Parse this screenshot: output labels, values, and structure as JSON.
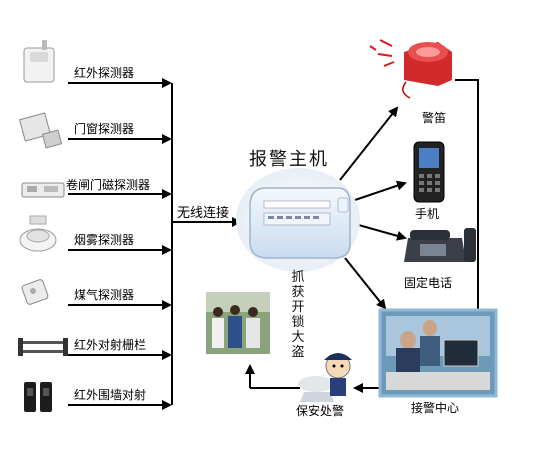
{
  "title": "报警主机",
  "wireless_label": "无线连接",
  "detectors": [
    {
      "label": "红外探测器",
      "icon": "pir-sensor-icon"
    },
    {
      "label": "门窗探测器",
      "icon": "door-window-sensor-icon"
    },
    {
      "label": "卷闸门磁探测器",
      "icon": "shutter-magnet-sensor-icon"
    },
    {
      "label": "烟雾探测器",
      "icon": "smoke-detector-icon"
    },
    {
      "label": "煤气探测器",
      "icon": "gas-detector-icon"
    },
    {
      "label": "红外对射栅栏",
      "icon": "infrared-beam-fence-icon"
    },
    {
      "label": "红外围墙对射",
      "icon": "infrared-wall-beam-icon"
    }
  ],
  "outputs": [
    {
      "label": "警笛",
      "icon": "siren-icon"
    },
    {
      "label": "手机",
      "icon": "mobile-phone-icon"
    },
    {
      "label": "固定电话",
      "icon": "landline-phone-icon"
    },
    {
      "label": "接警中心",
      "icon": "alarm-center-photo"
    }
  ],
  "security": {
    "label": "保安处警",
    "icon": "security-guard-icon"
  },
  "arrest_label": "抓获开锁大盗",
  "colors": {
    "arrow": "#000000",
    "panel": "#dbe9f7",
    "siren": "#d22a2a"
  }
}
